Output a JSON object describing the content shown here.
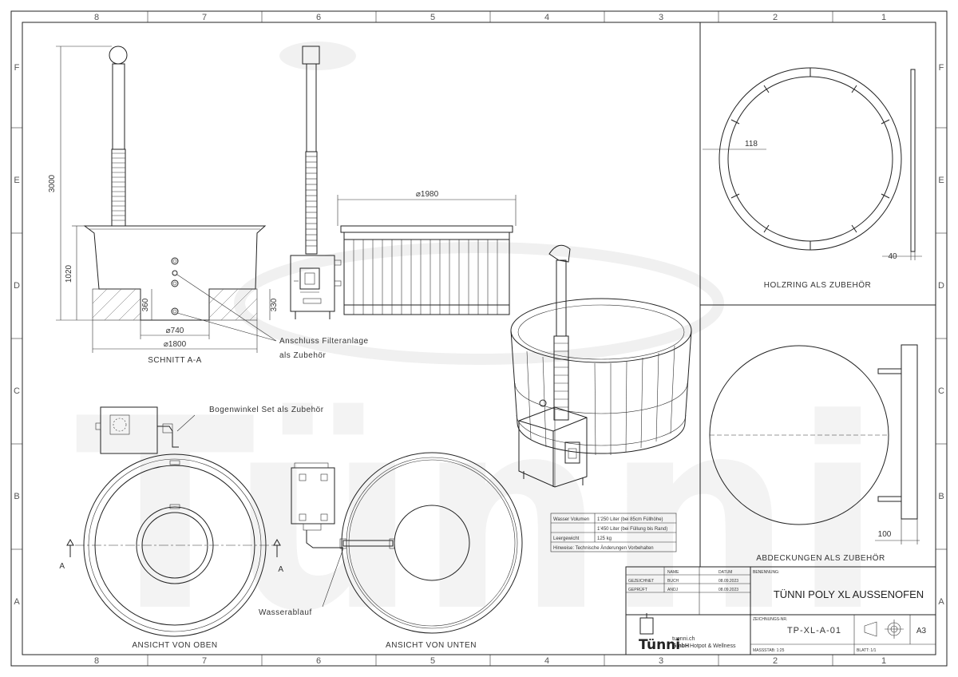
{
  "grid": {
    "cols": [
      "8",
      "7",
      "6",
      "5",
      "4",
      "3",
      "2",
      "1"
    ],
    "rows": [
      "F",
      "E",
      "D",
      "C",
      "B",
      "A"
    ]
  },
  "views": {
    "section_label": "SCHNITT A-A",
    "top_label": "ANSICHT VON OBEN",
    "bottom_label": "ANSICHT VON UNTEN",
    "ring_label": "HOLZRING ALS ZUBEHÖR",
    "cover_label": "ABDECKUNGEN ALS ZUBEHÖR",
    "section_marker": "A"
  },
  "dimensions": {
    "height_total": "3000",
    "height_tub": "1020",
    "d_outer": "⌀1800",
    "d_inner": "⌀740",
    "h_step": "360",
    "h_bench": "330",
    "d_wood": "⌀1980",
    "ring_width": "118",
    "ring_thickness": "40",
    "cover_thickness": "100"
  },
  "annotations": {
    "filter_line1": "Anschluss Filteranlage",
    "filter_line2": "als Zubehör",
    "elbow": "Bogenwinkel Set als Zubehör",
    "drain": "Wasserablauf"
  },
  "specs": [
    {
      "label": "Wasser Volumen",
      "value": "1'250 Liter (bei 85cm Füllhöhe)"
    },
    {
      "label": "",
      "value": "1'450 Liter (bei Füllung bis Rand)"
    },
    {
      "label": "Leergewicht",
      "value": "125 kg"
    },
    {
      "label": "Hinweise: Technische Änderungen Vorbehalten",
      "value": ""
    }
  ],
  "title_block": {
    "col_name": "NAME",
    "col_date": "DATUM",
    "row1_label": "GEZEICHNET",
    "row1_name": "BUCH",
    "row1_date": "08.09.2023",
    "row2_label": "GEPRÜFT",
    "row2_name": "ANDJ",
    "row2_date": "08.09.2023",
    "benennung_label": "BENENNUNG:",
    "title": "TÜNNI POLY XL AUSSENOFEN",
    "zeichnung_label": "ZEICHNUNGS-NR.",
    "drawing_no": "TP-XL-A-01",
    "format": "A3",
    "massstab": "MASSSTAB: 1:25",
    "blatt": "BLATT: 1/1",
    "brand": "Tünni",
    "website": "tuenni.ch",
    "company_bold": "GmbH",
    "company_rest": "Hotpot & Wellness"
  }
}
